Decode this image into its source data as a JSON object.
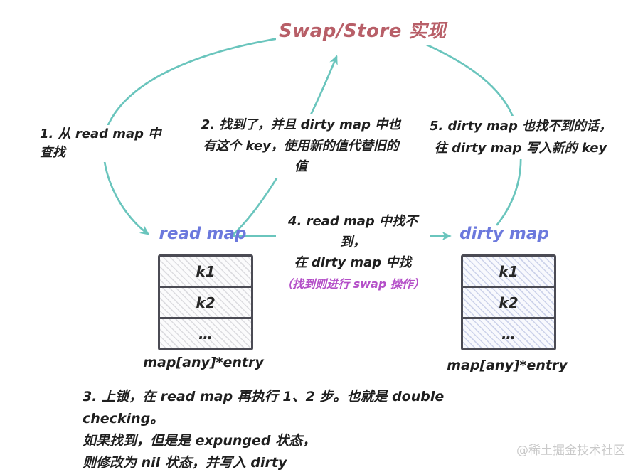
{
  "title": "Swap/Store 实现",
  "colors": {
    "title": "#b85f68",
    "arrow": "#6ac5bd",
    "map_label": "#6c79dd",
    "note": "#b44fc8",
    "text": "#1f1f1f",
    "box_border": "#4b4b54",
    "watermark": "#c9c9c9"
  },
  "steps": {
    "step1": "1. 从 read map 中查找",
    "step2_line1": "2. 找到了，并且 dirty map 中也",
    "step2_line2": "有这个 key，使用新的值代替旧的值",
    "step3_line1": "3. 上锁，在 read map 再执行 1、2 步。也就是 double checking。",
    "step3_line2": "如果找到，但是是 expunged 状态，",
    "step3_line3": "则修改为 nil 状态，并写入 dirty",
    "step4_line1": "4. read map 中找不到，",
    "step4_line2": "在 dirty map 中找",
    "step4_note": "（找到则进行 swap 操作）",
    "step5_line1": "5. dirty map 也找不到的话，",
    "step5_line2": "往 dirty map 写入新的 key"
  },
  "read_map": {
    "label": "read map",
    "cells": [
      "k1",
      "k2",
      "…"
    ],
    "type": "map[any]*entry"
  },
  "dirty_map": {
    "label": "dirty map",
    "cells": [
      "k1",
      "k2",
      "…"
    ],
    "type": "map[any]*entry"
  },
  "watermark": "@稀土掘金技术社区"
}
